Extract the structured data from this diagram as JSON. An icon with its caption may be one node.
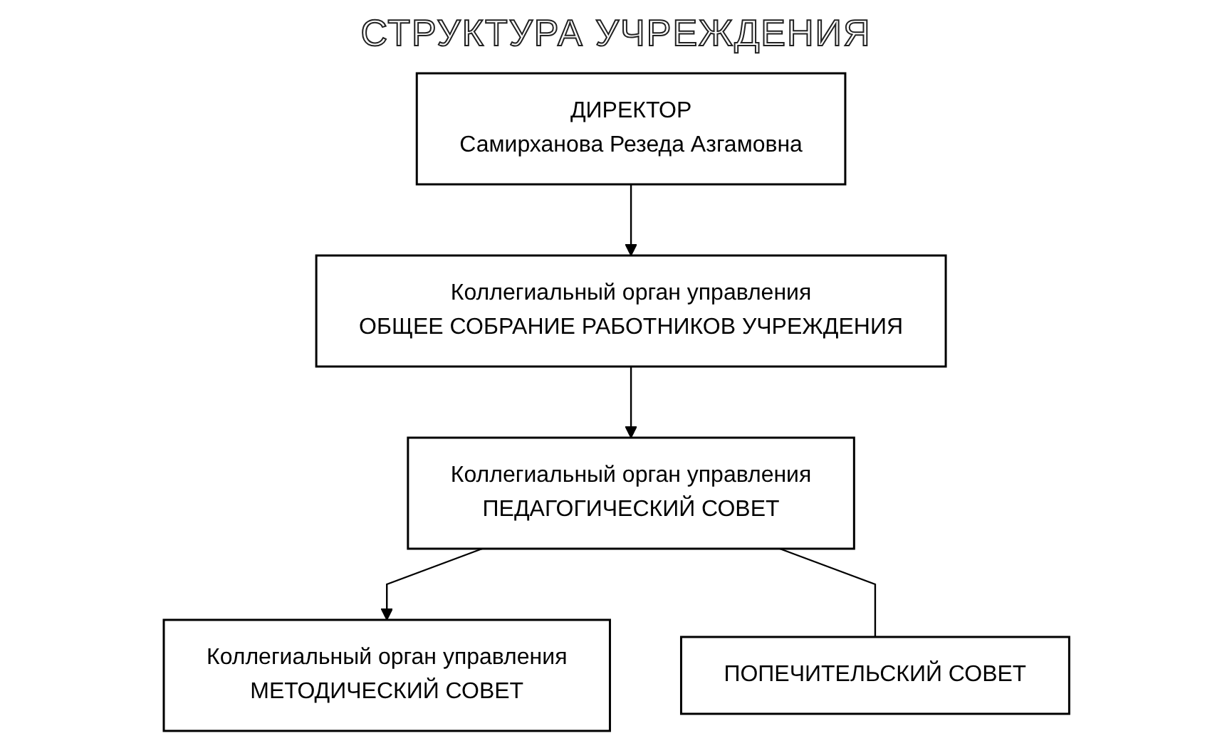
{
  "diagram": {
    "title": "СТРУКТУРА УЧРЕЖДЕНИЯ",
    "nodes": [
      {
        "text": [
          "ДИРЕКТОР",
          "Самирханова Резеда Азгамовна"
        ]
      },
      {
        "text": [
          "Коллегиальный орган управления",
          "ОБЩЕЕ СОБРАНИЕ РАБОТНИКОВ УЧРЕЖДЕНИЯ"
        ]
      },
      {
        "text": [
          "Коллегиальный орган управления",
          "ПЕДАГОГИЧЕСКИЙ СОВЕТ"
        ]
      },
      {
        "text": [
          "Коллегиальный орган управления",
          "МЕТОДИЧЕСКИЙ СОВЕТ"
        ]
      },
      {
        "text": [
          "ПОПЕЧИТЕЛЬСКИЙ СОВЕТ"
        ]
      }
    ],
    "edges": [
      {
        "from": 0,
        "to": 1,
        "arrow": "to"
      },
      {
        "from": 1,
        "to": 2,
        "arrow": "to"
      },
      {
        "from": 2,
        "to": 3,
        "arrow": "to"
      },
      {
        "from": 2,
        "to": 4,
        "arrow": "none"
      }
    ]
  }
}
